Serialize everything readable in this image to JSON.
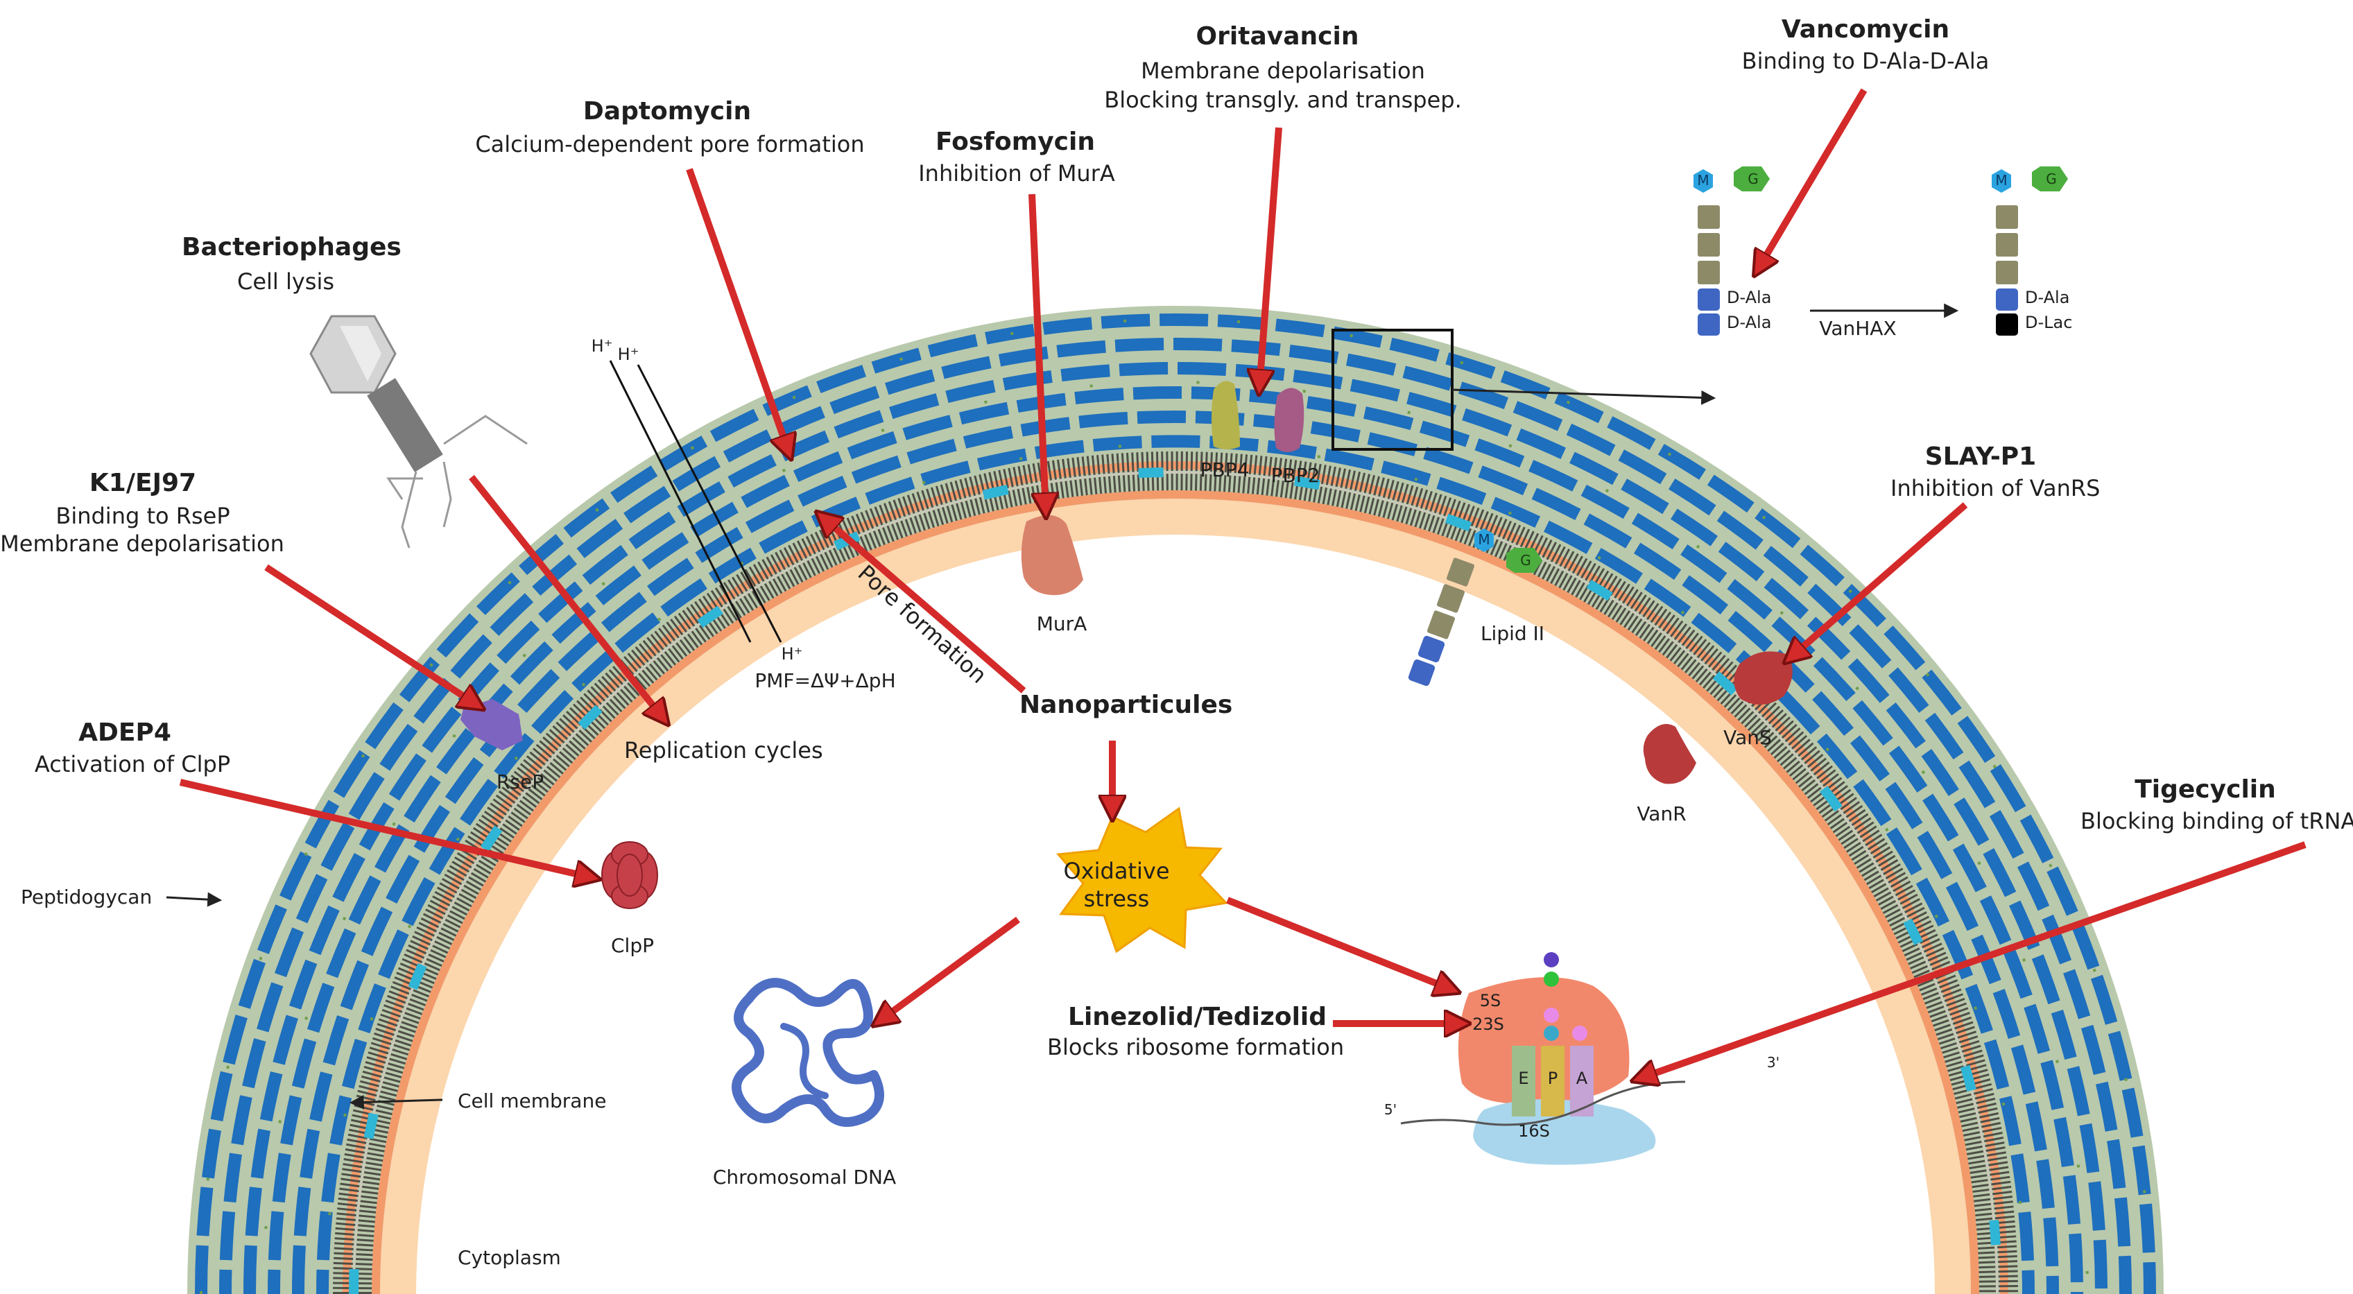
{
  "labels": {
    "oritavancin": "Oritavancin",
    "oritavancin_desc1": "Membrane depolarisation",
    "oritavancin_desc2": "Blocking transgly. and transpep.",
    "vancomycin": "Vancomycin",
    "vancomycin_desc": "Binding to D-Ala-D-Ala",
    "daptomycin": "Daptomycin",
    "daptomycin_desc": "Calcium-dependent pore formation",
    "fosfomycin": "Fosfomycin",
    "fosfomycin_desc": "Inhibition of MurA",
    "bacteriophages": "Bacteriophages",
    "bacteriophages_desc": "Cell lysis",
    "k1": "K1/EJ97",
    "k1_desc1": "Binding to RseP",
    "k1_desc2": "Membrane depolarisation",
    "adep4": "ADEP4",
    "adep4_desc": "Activation of ClpP",
    "slay": "SLAY-P1",
    "slay_desc": "Inhibition of VanRS",
    "tigecyclin": "Tigecyclin",
    "tigecyclin_desc": "Blocking binding of tRNA",
    "linezolid": "Linezolid/Tedizolid",
    "linezolid_desc": "Blocks ribosome formation",
    "nanoparticules": "Nanoparticules",
    "oxidative": "Oxidative",
    "stress": "stress",
    "pore_formation": "Pore formation",
    "pmf": "PMF=ΔΨ+ΔpH",
    "h_plus": "H⁺",
    "replication": "Replication cycles",
    "rsep": "RseP",
    "clpp": "ClpP",
    "mura": "MurA",
    "pbp4": "PBP4",
    "pbp2": "PBP2",
    "lipid2": "Lipid II",
    "vans": "VanS",
    "vanr": "VanR",
    "peptidoglycan": "Peptidogycan",
    "cell_membrane": "Cell membrane",
    "cytoplasm": "Cytoplasm",
    "chromosomal_dna": "Chromosomal DNA",
    "vanhax": "VanHAX",
    "d_ala": "D-Ala",
    "d_lac": "D-Lac",
    "m": "M",
    "g": "G",
    "s5": "5S",
    "s23": "23S",
    "s16": "16S",
    "site_e": "E",
    "site_p": "P",
    "site_a": "A",
    "prime5": "5'",
    "prime3": "3'"
  },
  "colors": {
    "arrow": "#d42a2a",
    "peptidoglycan": "#b9c9ac",
    "wall_layer": "#1e6fbd",
    "membrane": "#f39a6b",
    "cytoplasm": "#fcd6ad",
    "starburst": "#f7b800",
    "mura": "#d9826b",
    "pbp4": "#b5b34c",
    "pbp2": "#a65a86",
    "vans": "#b83a3a",
    "rsep": "#7d64c0",
    "clpp": "#c6404a",
    "ribosome": "#f2886b",
    "subunit16s": "#a9d6ec",
    "m_unit": "#2aa3e0",
    "g_unit": "#4cae3e",
    "peptide_unit": "#8d8a68",
    "d_ala_unit": "#3f66c2",
    "d_lac_unit": "#000000",
    "dna": "#4f6fc5"
  }
}
